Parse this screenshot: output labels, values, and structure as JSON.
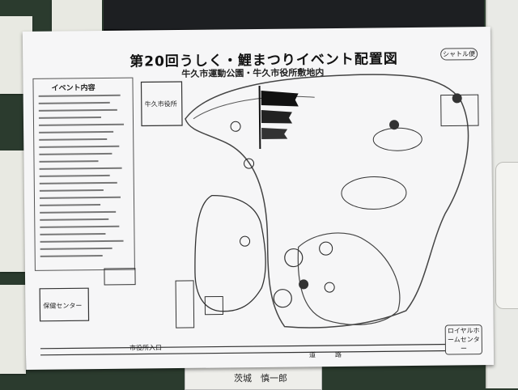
{
  "poster": {
    "title": "第20回うしく・鯉まつりイベント配置図",
    "subtitle": "牛久市運動公園・牛久市役所敷地内",
    "event_heading": "イベント内容",
    "labels": {
      "city_hall": "牛久市役所",
      "shuttle": "シャトル便",
      "health_center": "保健センター",
      "city_hall_entrance": "市役所入口",
      "road": "道　　　路",
      "royal_hall": "ロイヤルホームセンター"
    }
  },
  "wall": {
    "bottom_card_name": "茨城　慎一郎"
  },
  "colors": {
    "poster_paper": "#f6f6f7",
    "ink": "#222222",
    "wall_green": "#2b3b2e"
  }
}
